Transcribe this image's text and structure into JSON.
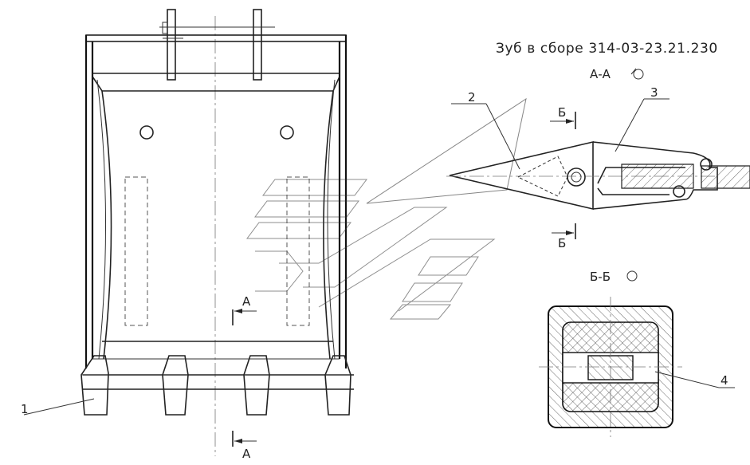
{
  "title": "Зуб в сборе 314-03-23.21.230",
  "section_aa": "А-А",
  "section_bb": "Б-Б",
  "cut_a": "А",
  "cut_b": "Б",
  "callouts": [
    "1",
    "2",
    "3",
    "4"
  ]
}
